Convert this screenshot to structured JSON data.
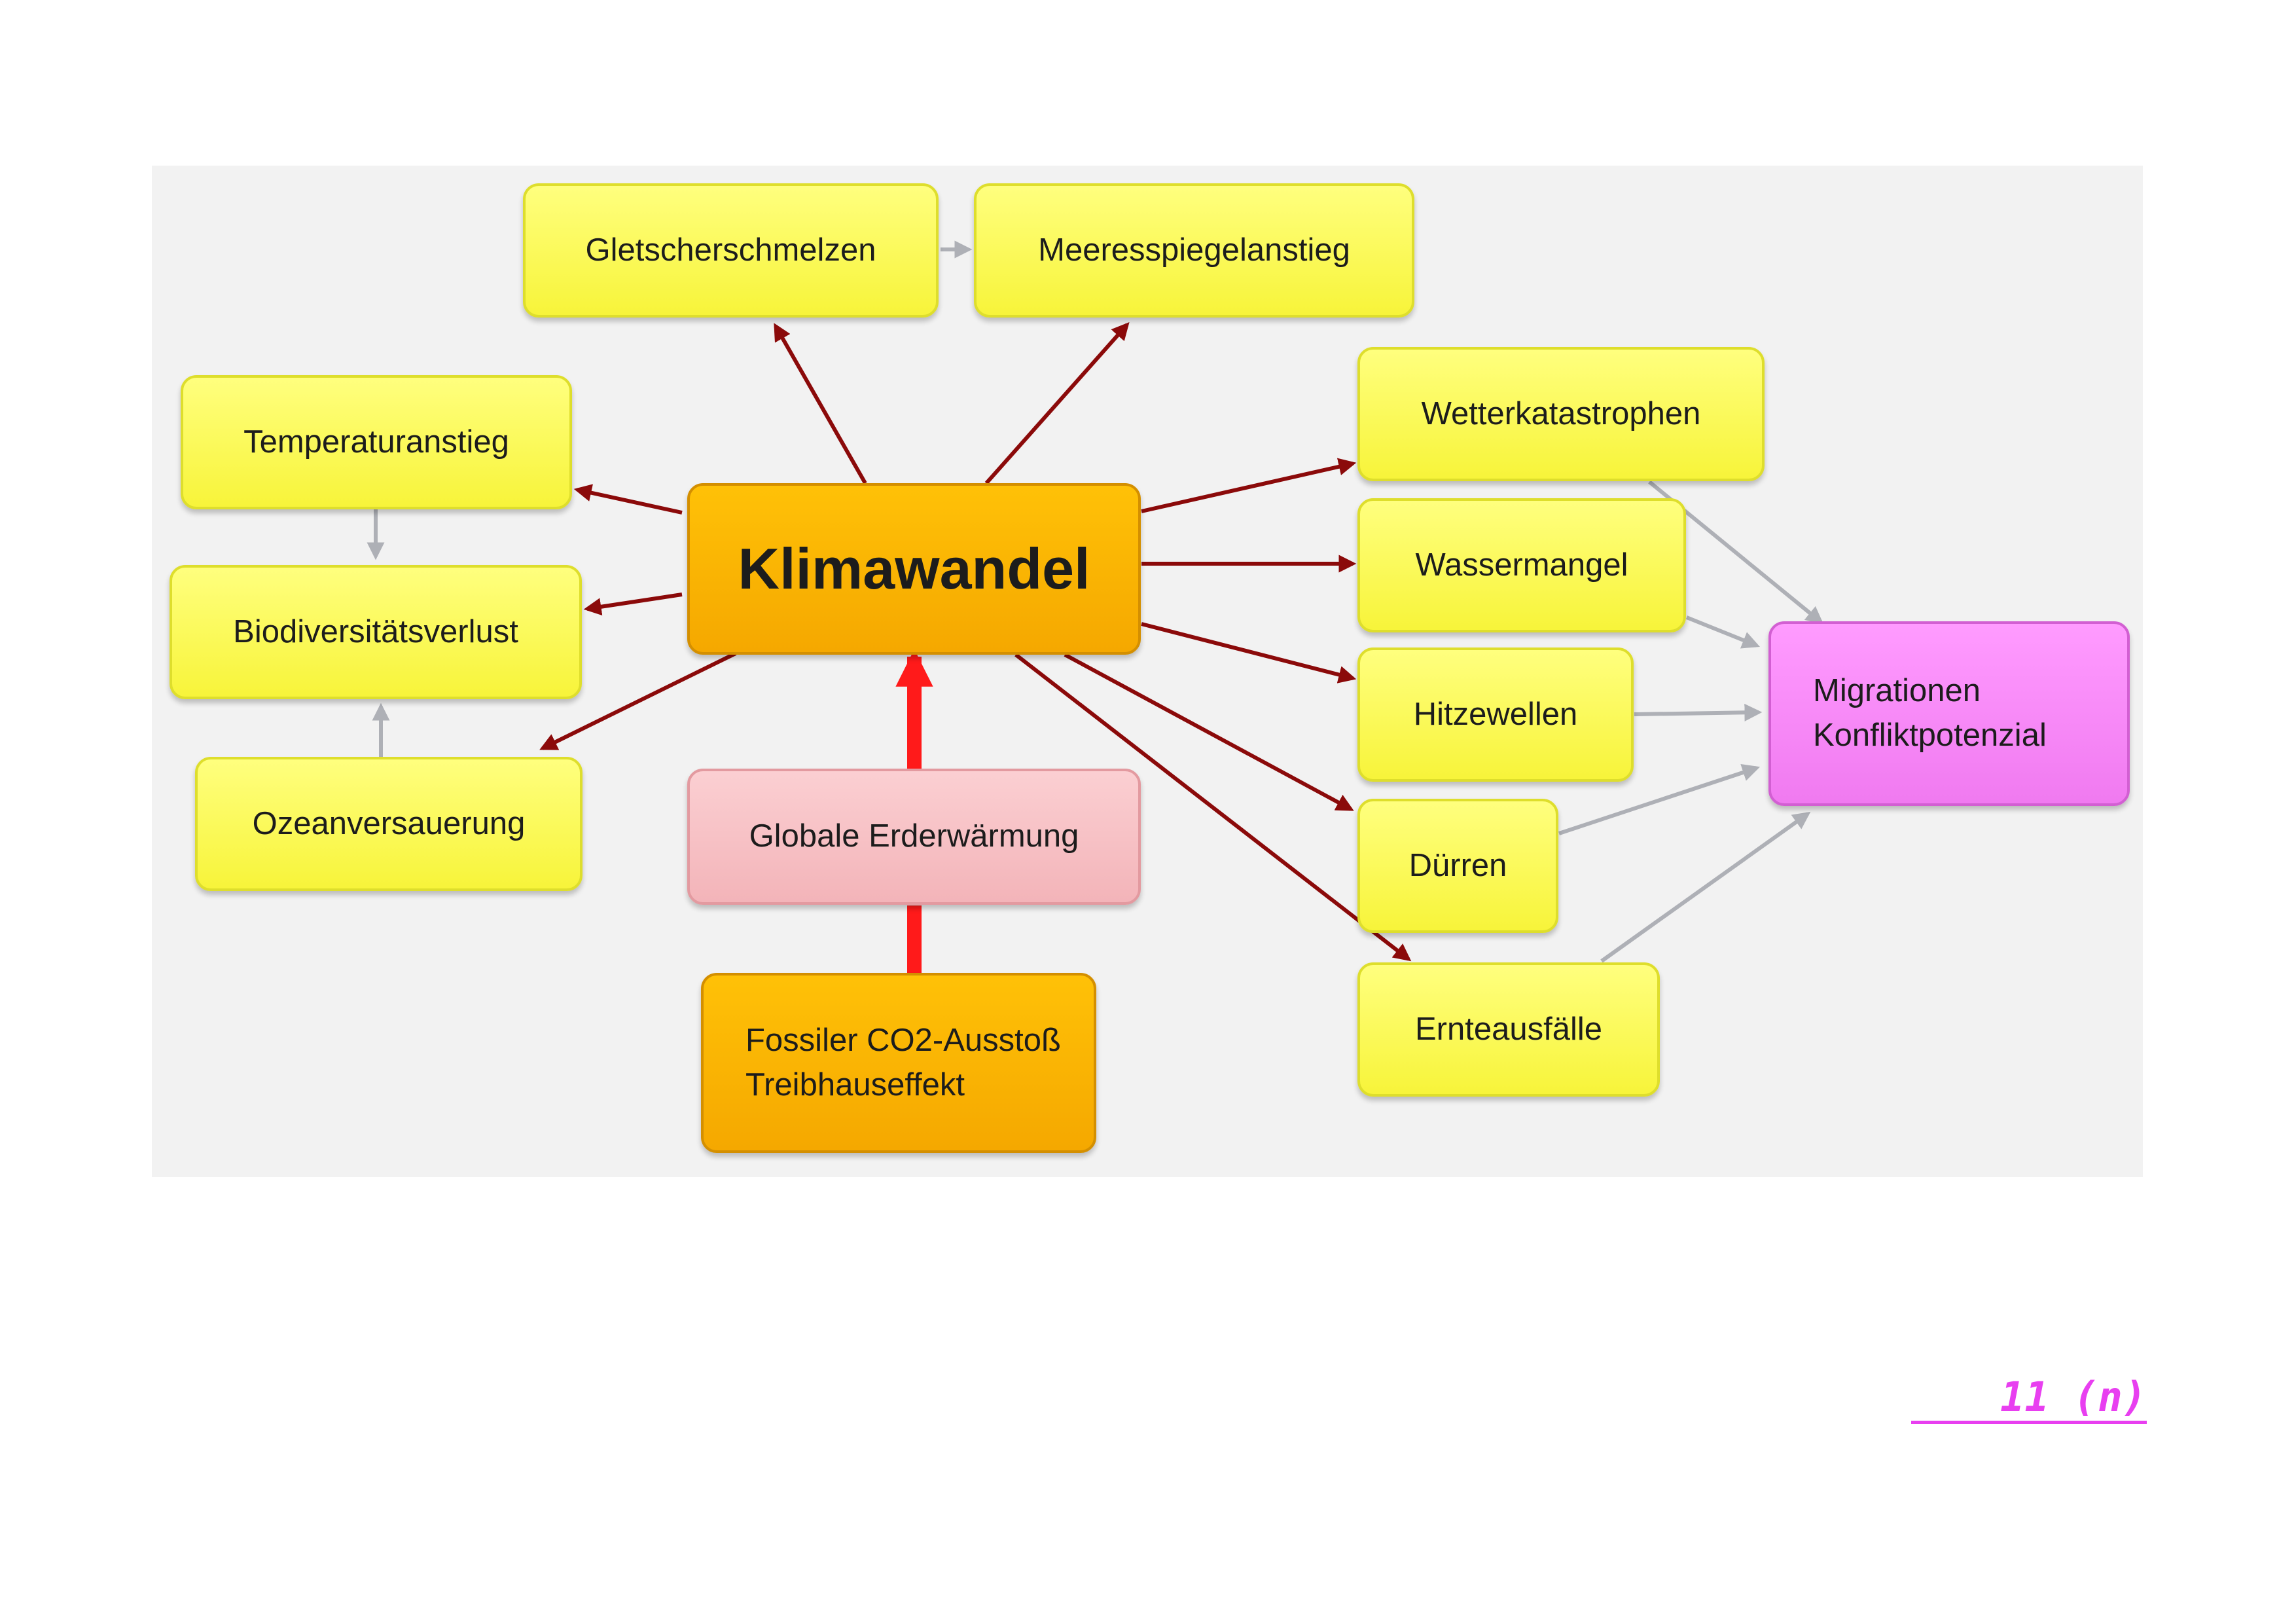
{
  "diagram": {
    "nodes": {
      "gletscher": "Gletscherschmelzen",
      "meeresspiegel": "Meeresspiegelanstieg",
      "temperatur": "Temperaturanstieg",
      "biodiversitaet": "Biodiversitätsverlust",
      "ozean": "Ozeanversauerung",
      "klimawandel": "Klimawandel",
      "erderwaermung": "Globale Erderwärmung",
      "fossil": "Fossiler CO2-Ausstoß\nTreibhauseffekt",
      "wetter": "Wetterkatastrophen",
      "wasser": "Wassermangel",
      "hitze": "Hitzewellen",
      "duerren": "Dürren",
      "ernte": "Ernteausfälle",
      "migration": "Migrationen\nKonfliktpotenzial"
    },
    "colors": {
      "effect_arrow": "#8b0a0a",
      "cause_arrow": "#ff1a1a",
      "secondary_arrow": "#aeb0b6",
      "effect_node": "#f9f73f",
      "central_node": "#f8b200",
      "cause_node": "#f6bcc0",
      "outcome_node": "#f58ef5"
    }
  },
  "footer": {
    "page_number": "11 (n)"
  }
}
